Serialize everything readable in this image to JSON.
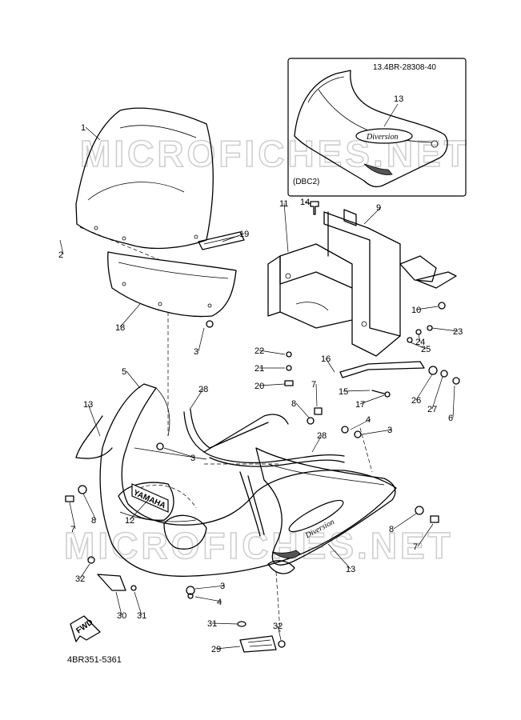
{
  "watermark": "MICROFICHES.NET",
  "inset": {
    "ref_code": "13.4BR-28308-40",
    "variant_code": "(DBC2)",
    "part_number": "13"
  },
  "diagram_code": "4BR351-5361",
  "fwd_label": "FWD",
  "decals": {
    "diversion": "Diversion",
    "yamaha": "YAMAHA"
  },
  "callouts": [
    "1",
    "2",
    "3",
    "3",
    "3",
    "3",
    "4",
    "4",
    "5",
    "6",
    "7",
    "7",
    "7",
    "8",
    "8",
    "8",
    "9",
    "10",
    "11",
    "12",
    "13",
    "13",
    "14",
    "15",
    "16",
    "17",
    "18",
    "19",
    "20",
    "21",
    "22",
    "23",
    "24",
    "25",
    "26",
    "27",
    "28",
    "28",
    "29",
    "30",
    "31",
    "31",
    "32",
    "32"
  ]
}
